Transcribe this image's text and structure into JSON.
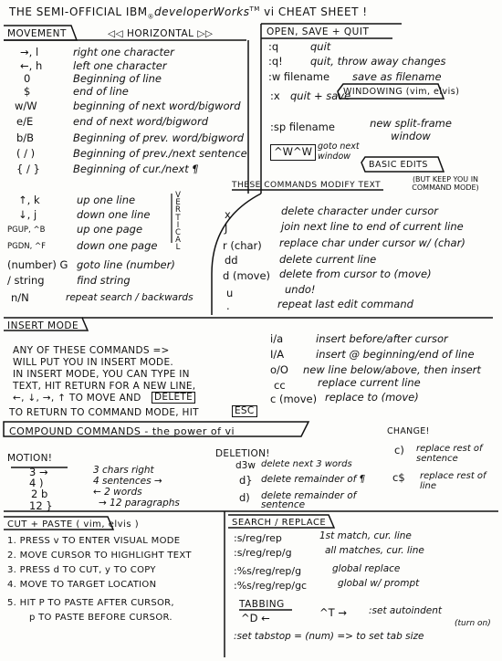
{
  "title": {
    "pre": "THE SEMI-OFFICIAL IBM",
    "reg": "®",
    "brand": "developerWorks",
    "tm": "TM",
    "post": " vi CHEAT SHEET !"
  },
  "movement": {
    "header": "MOVEMENT",
    "horizontal": "◁◁ HORIZONTAL ▷▷",
    "vertical": "VERTICAL",
    "rows": [
      {
        "key": "→, l",
        "desc": "right one character"
      },
      {
        "key": "←, h",
        "desc": "left one character"
      },
      {
        "key": "0",
        "desc": "Beginning of line"
      },
      {
        "key": "$",
        "desc": "end of line"
      },
      {
        "key": "w/W",
        "desc": "beginning of next word/bigword"
      },
      {
        "key": "e/E",
        "desc": "end of next word/bigword"
      },
      {
        "key": "b/B",
        "desc": "Beginning of prev. word/bigword"
      },
      {
        "key": "( / )",
        "desc": "Beginning of prev./next sentence"
      },
      {
        "key": "{ / }",
        "desc": "Beginning of cur./next ¶"
      }
    ],
    "vrows": [
      {
        "key": "↑, k",
        "desc": "up one line"
      },
      {
        "key": "↓, j",
        "desc": "down one line"
      },
      {
        "key": "PGUP, ^B",
        "desc": "up one page"
      },
      {
        "key": "PGDN, ^F",
        "desc": "down one page"
      },
      {
        "key": "(number) G",
        "desc": "goto line (number)"
      },
      {
        "key": "/ string",
        "desc": "find string"
      },
      {
        "key": "n/N",
        "desc": "repeat search / backwards"
      }
    ]
  },
  "open": {
    "header": "OPEN, SAVE + QUIT",
    "rows": [
      {
        "key": ":q",
        "desc": "quit"
      },
      {
        "key": ":q!",
        "desc": "quit, throw away changes"
      },
      {
        "key": ":w filename",
        "desc": "save as filename"
      },
      {
        "key": ":x",
        "desc": "quit + save"
      }
    ]
  },
  "windowing": {
    "header": "WINDOWING (vim, elvis)",
    "rows": [
      {
        "key": ":sp filename",
        "desc": "new split-frame window"
      },
      {
        "key": "^W^W",
        "desc": "goto next window"
      }
    ]
  },
  "basic": {
    "header": "BASIC EDITS",
    "subheader": "THESE COMMANDS MODIFY TEXT",
    "note": "(BUT KEEP YOU IN COMMAND MODE)",
    "rows": [
      {
        "key": "x",
        "desc": "delete character under cursor"
      },
      {
        "key": "J",
        "desc": "join next line to end of current line"
      },
      {
        "key": "r (char)",
        "desc": "replace char under cursor w/ (char)"
      },
      {
        "key": "dd",
        "desc": "delete current line"
      },
      {
        "key": "d (move)",
        "desc": "delete from cursor to (move)"
      },
      {
        "key": "u",
        "desc": "undo!"
      },
      {
        "key": ".",
        "desc": "repeat last edit command"
      }
    ]
  },
  "insert": {
    "header": "INSERT MODE",
    "para": [
      "ANY OF THESE COMMANDS =>",
      "WILL PUT YOU IN INSERT MODE.",
      "IN INSERT MODE, YOU CAN TYPE IN",
      "TEXT, HIT RETURN FOR A NEW LINE,",
      "←, ↓, →, ↑ TO MOVE AND"
    ],
    "delete_key": "DELETE",
    "ret_text": "TO RETURN TO COMMAND MODE, HIT",
    "esc_key": "ESC",
    "rows": [
      {
        "key": "i/a",
        "desc": "insert before/after cursor"
      },
      {
        "key": "I/A",
        "desc": "insert @ beginning/end of line"
      },
      {
        "key": "o/O",
        "desc": "new line below/above, then insert"
      },
      {
        "key": "cc",
        "desc": "replace current line"
      },
      {
        "key": "c (move)",
        "desc": "replace to (move)"
      }
    ]
  },
  "compound": {
    "header": "COMPOUND COMMANDS - the power of vi",
    "motion_label": "MOTION!",
    "motion": [
      {
        "key": "3 →",
        "desc": "3 chars right"
      },
      {
        "key": "4 )",
        "desc": "4 sentences →"
      },
      {
        "key": "2 b",
        "desc": "← 2 words"
      },
      {
        "key": "12 }",
        "desc": "→ 12 paragraphs"
      }
    ],
    "deletion_label": "DELETION!",
    "deletion": [
      {
        "key": "d3w",
        "desc": "delete next 3 words"
      },
      {
        "key": "d}",
        "desc": "delete remainder of ¶"
      },
      {
        "key": "d)",
        "desc": "delete remainder of sentence"
      }
    ],
    "change_label": "CHANGE!",
    "change": [
      {
        "key": "c)",
        "desc": "replace rest of sentence"
      },
      {
        "key": "c$",
        "desc": "replace rest of line"
      }
    ]
  },
  "cut": {
    "header": "CUT + PASTE ( vim, elvis )",
    "steps": [
      "1. PRESS v TO ENTER VISUAL MODE",
      "2. MOVE CURSOR TO HIGHLIGHT TEXT",
      "3. PRESS d TO CUT, y TO COPY",
      "4. MOVE TO TARGET LOCATION",
      "5. HIT P TO PASTE AFTER CURSOR,",
      "p TO PASTE BEFORE CURSOR."
    ]
  },
  "search": {
    "header": "SEARCH / REPLACE",
    "rows": [
      {
        "key": ":s/reg/rep",
        "desc": "1st match, cur. line"
      },
      {
        "key": ":s/reg/rep/g",
        "desc": "all matches, cur. line"
      },
      {
        "key": ":%s/reg/rep/g",
        "desc": "global replace"
      },
      {
        "key": ":%s/reg/rep/gc",
        "desc": "global w/ prompt"
      }
    ]
  },
  "tabbing": {
    "header": "TABBING",
    "rows": [
      {
        "key": "^D ←",
        "desc": ""
      },
      {
        "key": "^T →",
        "desc": ":set autoindent"
      }
    ],
    "tabstop": ":set tabstop = (num) => to set tab size",
    "turn_on": "(turn on)"
  }
}
